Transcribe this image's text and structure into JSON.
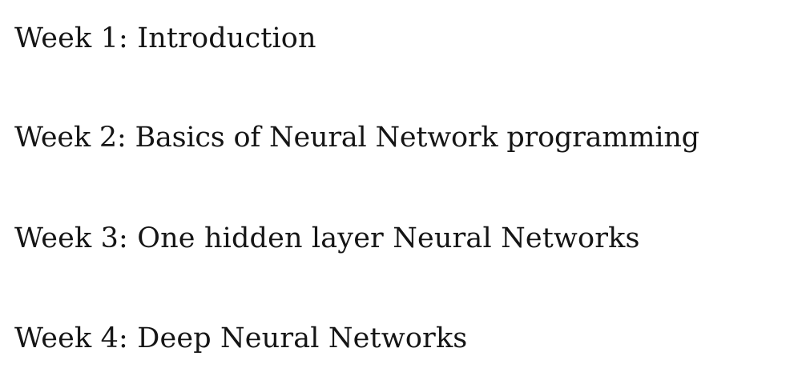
{
  "weeks": [
    {
      "label": "Week 1: Introduction"
    },
    {
      "label": "Week 2: Basics of Neural Network programming"
    },
    {
      "label": "Week 3: One hidden layer Neural Networks"
    },
    {
      "label": "Week 4: Deep Neural Networks"
    }
  ]
}
